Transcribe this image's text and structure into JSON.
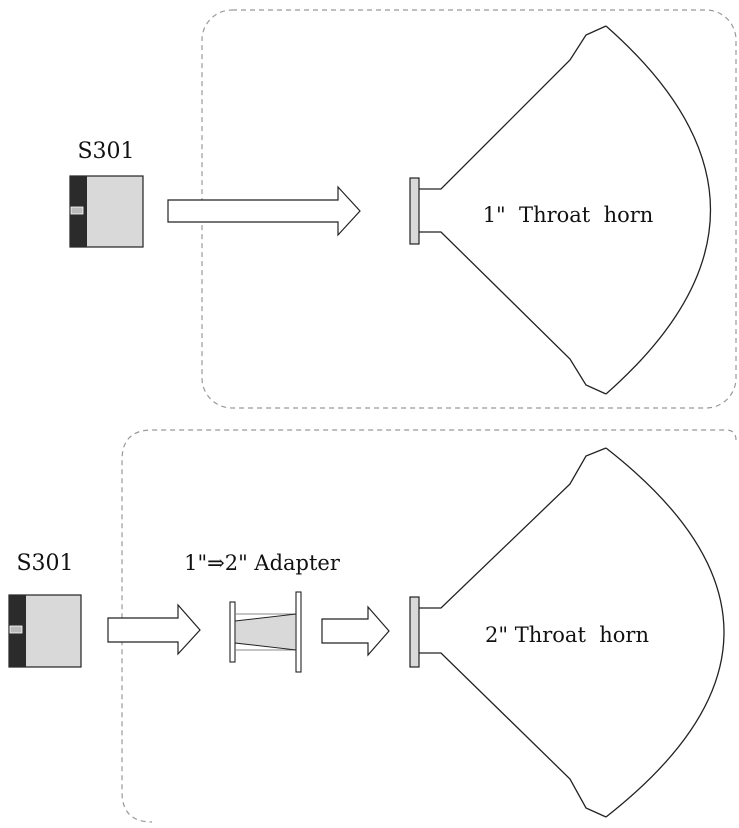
{
  "diagram": {
    "top": {
      "driver_label": "S301",
      "horn_label": "1\"  Throat  horn"
    },
    "bottom": {
      "driver_label": "S301",
      "adapter_label": "1\"⇒2\" Adapter",
      "horn_label": "2\" Throat  horn"
    }
  },
  "colors": {
    "outline": "#222222",
    "driver_body": "#d9d9d9",
    "driver_back": "#2b2b2b",
    "group_border": "#999999"
  }
}
